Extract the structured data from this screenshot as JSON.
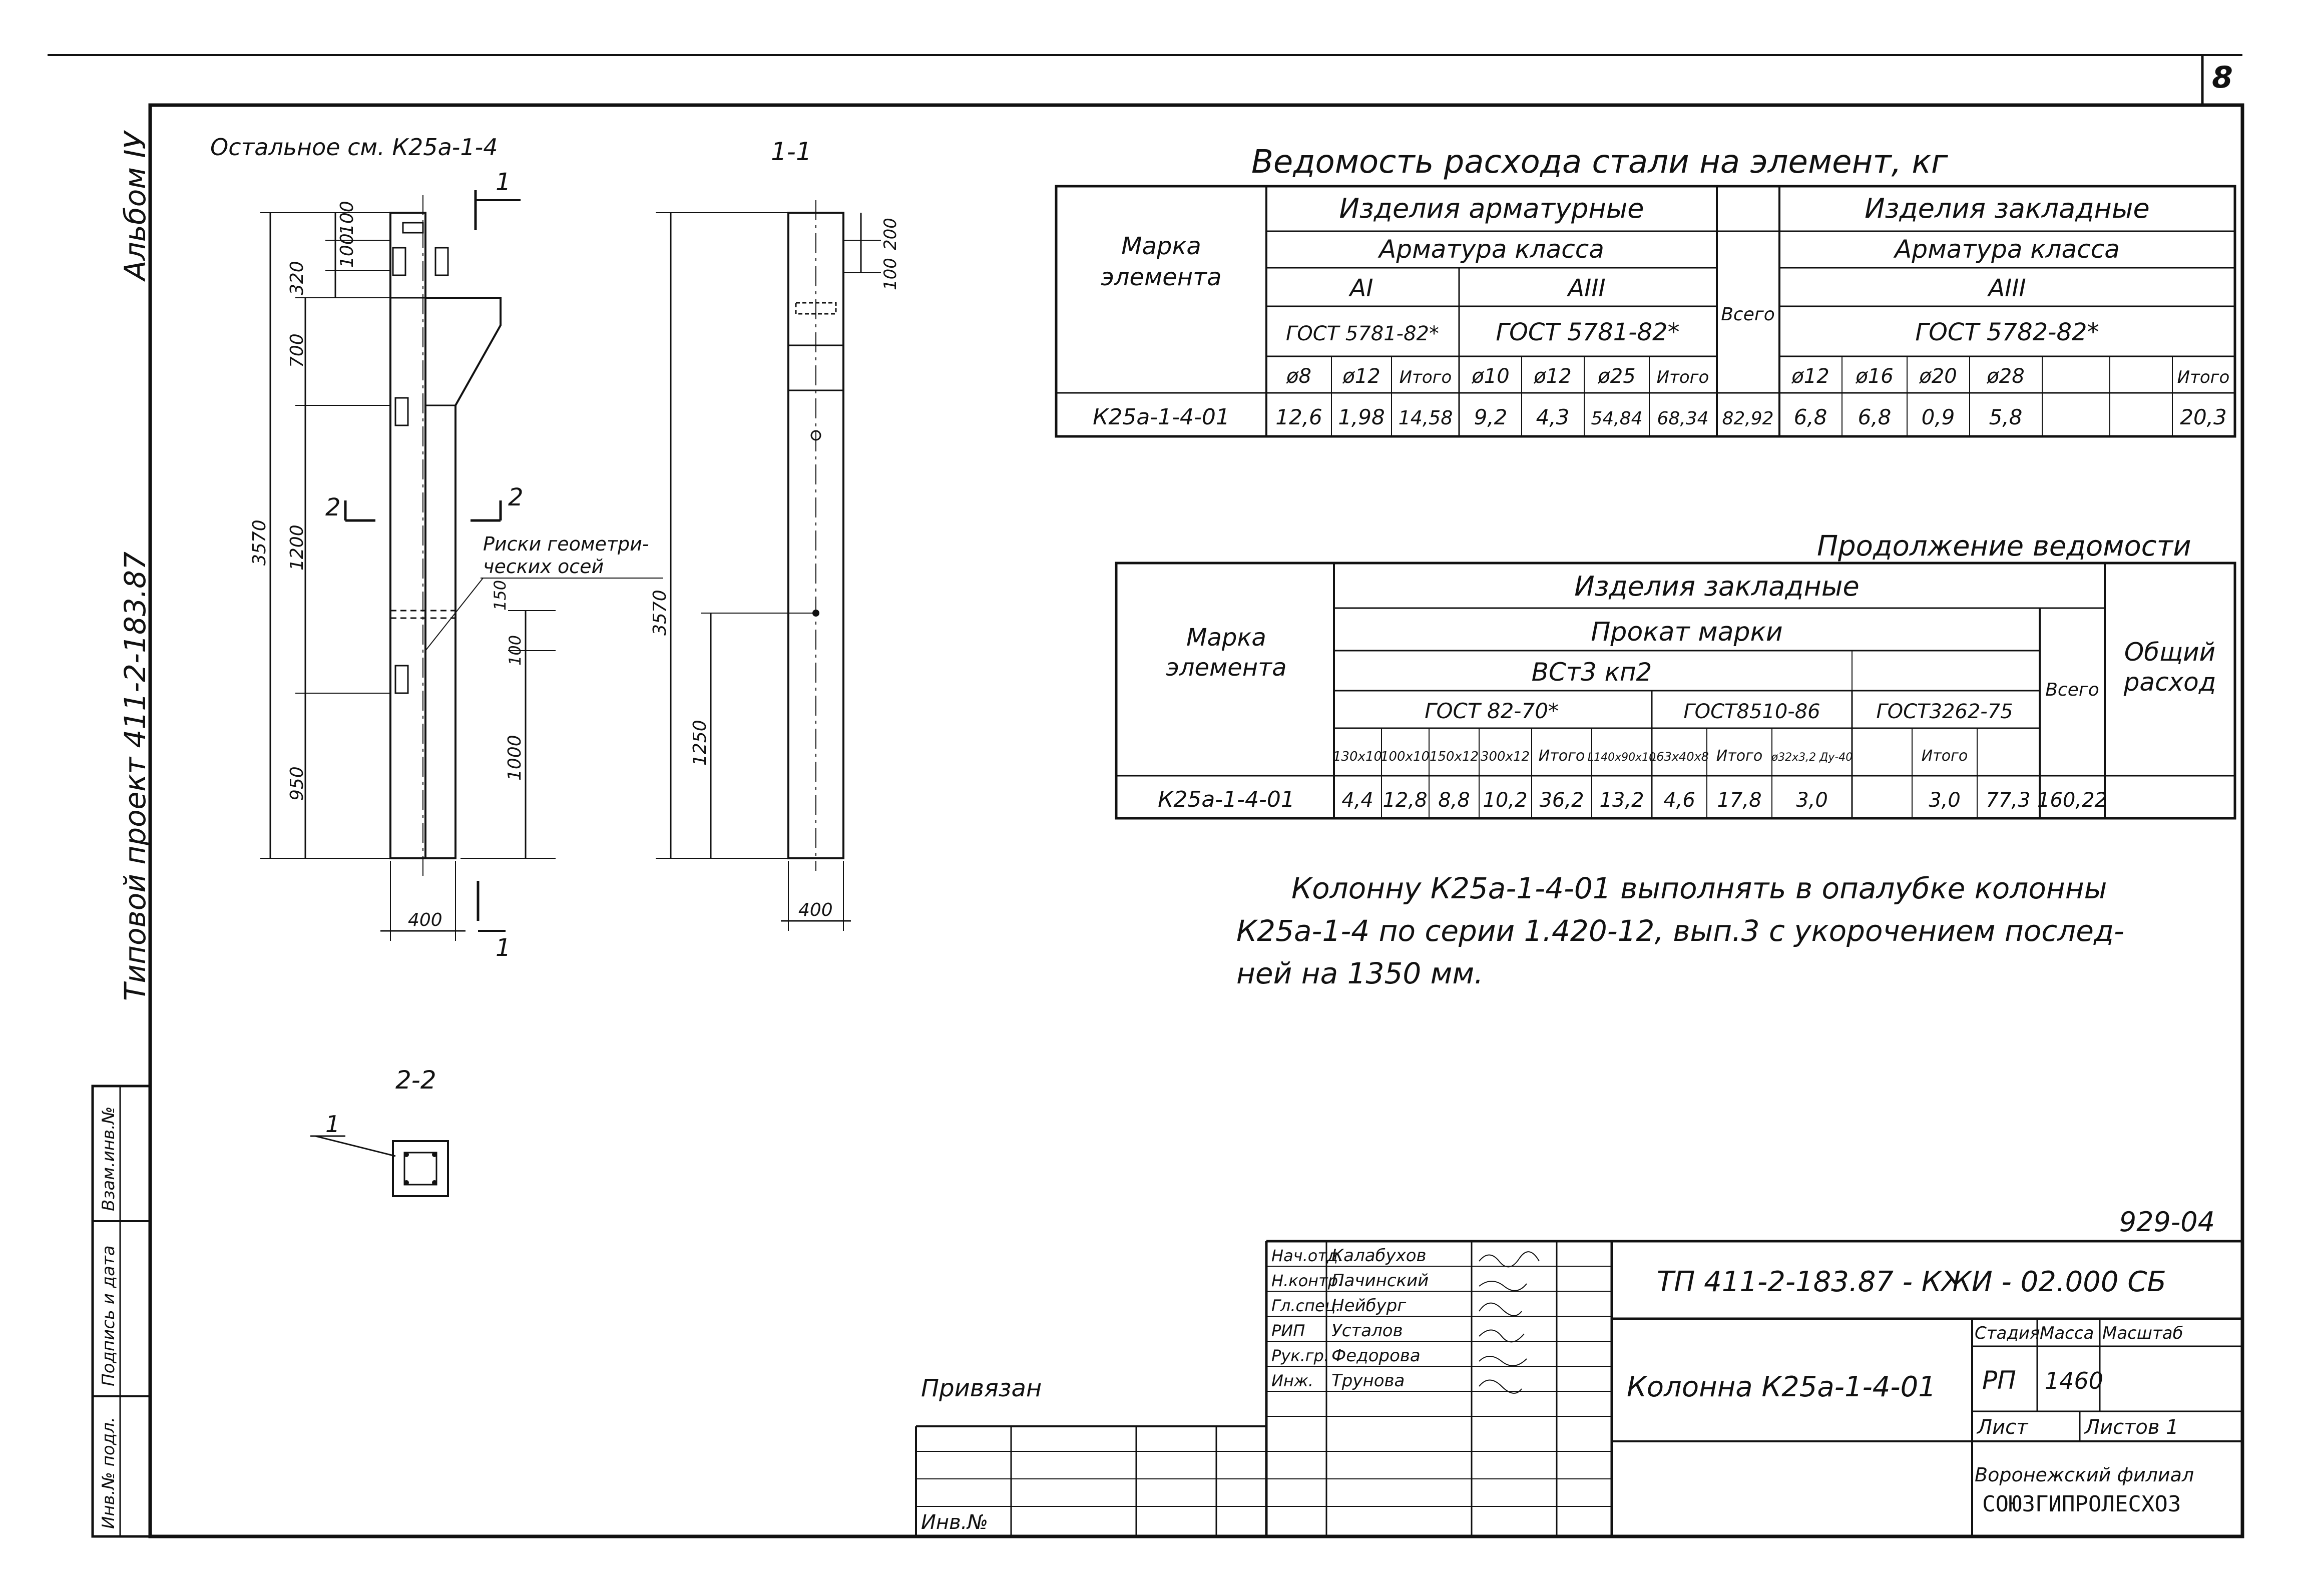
{
  "sheet": {
    "number": "8",
    "album": "Альбом IУ",
    "project": "Типовой проект 411-2-183.87"
  },
  "left_stamp": {
    "cells": [
      "Взам.инв.№",
      "Подпись и дата",
      "Инв.№ подл."
    ]
  },
  "drawing": {
    "note_top": "Остальное см. К25а-1-4",
    "view_label": "1-1",
    "cut_label": "1",
    "section_label": "2-2",
    "section_cut": "2",
    "geom_note_1": "Риски геометри-",
    "geom_note_2": "ческих осей",
    "dims_front": [
      "100",
      "100",
      "320",
      "700",
      "1200",
      "3570",
      "950",
      "150",
      "100",
      "1000",
      "400"
    ],
    "dims_side": [
      "200",
      "100",
      "3570",
      "1250",
      "400"
    ],
    "leader_1": "1"
  },
  "table1": {
    "title": "Ведомость расхода стали на элемент, кг",
    "h_mark": [
      "Марка",
      "элемента"
    ],
    "h_arm": "Изделия арматурные",
    "h_arm_class": "Арматура класса",
    "h_A1": "АI",
    "h_A3": "АIII",
    "h_gost1": "ГОСТ 5781-82*",
    "h_gost2": "ГОСТ 5781-82*",
    "h_total": "Всего",
    "h_emb": "Изделия закладные",
    "h_emb_class": "Арматура класса",
    "h_emb_A3": "АIII",
    "h_gost3": "ГОСТ 5782-82*",
    "cols": [
      "ø8",
      "ø12",
      "Итого",
      "ø10",
      "ø12",
      "ø25",
      "Итого",
      "ø12",
      "ø16",
      "ø20",
      "ø28",
      "",
      "",
      "Итого"
    ],
    "row": [
      "К25а-1-4-01",
      "12,6",
      "1,98",
      "14,58",
      "9,2",
      "4,3",
      "54,84",
      "68,34",
      "82,92",
      "6,8",
      "6,8",
      "0,9",
      "5,8",
      "",
      "",
      "20,3"
    ]
  },
  "table2": {
    "title": "Продолжение ведомости",
    "h_mark": [
      "Марка",
      "элемента"
    ],
    "h_emb": "Изделия закладные",
    "h_rolled": "Прокат марки",
    "h_steel": "ВСт3 кп2",
    "h_gost1": "ГОСТ 82-70*",
    "h_gost2": "ГОСТ8510-86",
    "h_gost3": "ГОСТ3262-75",
    "h_total": "Всего",
    "h_general": [
      "Общий",
      "расход"
    ],
    "cols": [
      "130x10",
      "100x10",
      "150x12",
      "300x12",
      "Итого",
      "L140x90x10",
      "L63x40x8",
      "Итого",
      "ø32x3,2 Ду-40",
      "",
      "Итого"
    ],
    "row": [
      "К25а-1-4-01",
      "4,4",
      "12,8",
      "8,8",
      "10,2",
      "36,2",
      "13,2",
      "4,6",
      "17,8",
      "3,0",
      "",
      "3,0",
      "77,3",
      "160,22"
    ]
  },
  "note": [
    "Колонну К25а-1-4-01 выполнять в опалубке колонны",
    "К25а-1-4 по серии 1.420-12, вып.3 с укорочением послед-",
    "ней на 1350 мм."
  ],
  "title_block": {
    "code_corner": "929-04",
    "doc_code": "ТП 411-2-183.87 - КЖИ - 02.000 СБ",
    "title": "Колонна К25а-1-4-01",
    "stage_h": "Стадия",
    "mass_h": "Масса",
    "scale_h": "Масштаб",
    "stage": "РП",
    "mass": "1460",
    "scale": "",
    "sheet_h": "Лист",
    "sheets_h": "Листов 1",
    "org_1": "Воронежский филиал",
    "org_2": "СОЮЗГИПРОЛЕСХОЗ",
    "bound": "Привязан",
    "inv": "Инв.№",
    "roles": [
      "Нач.отд.",
      "Н.контр.",
      "Гл.спец.",
      "РИП",
      "Рук.гр.",
      "Инж."
    ],
    "names": [
      "Калабухов",
      "Пачинский",
      "Нейбург",
      "Усталов",
      "Федорова",
      "Трунова"
    ]
  }
}
